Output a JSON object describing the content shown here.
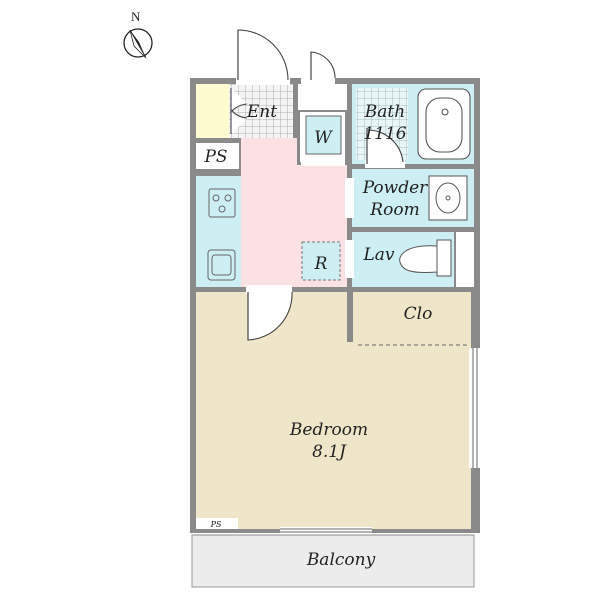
{
  "compass": {
    "north_label": "N"
  },
  "rooms": {
    "entrance": {
      "label": "Ent"
    },
    "pipe_space_top": {
      "label": "PS"
    },
    "washer": {
      "label": "W"
    },
    "bath": {
      "label": "Bath",
      "size": "1116"
    },
    "powder_room": {
      "line1": "Powder",
      "line2": "Room"
    },
    "lavatory": {
      "label": "Lav"
    },
    "refrigerator": {
      "label": "R"
    },
    "closet": {
      "label": "Clo"
    },
    "bedroom": {
      "label": "Bedroom",
      "size": "8.1J"
    },
    "pipe_space_bottom": {
      "label": "PS"
    },
    "balcony": {
      "label": "Balcony"
    }
  },
  "colors": {
    "wall": "#8a8a8a",
    "wall_edge": "#6a6a6a",
    "bedroom_floor": "#efe6c9",
    "kitchen_floor": "#fbe1e3",
    "wet_area": "#cdeef3",
    "storage": "#fdfbcf",
    "balcony": "#ececec"
  }
}
